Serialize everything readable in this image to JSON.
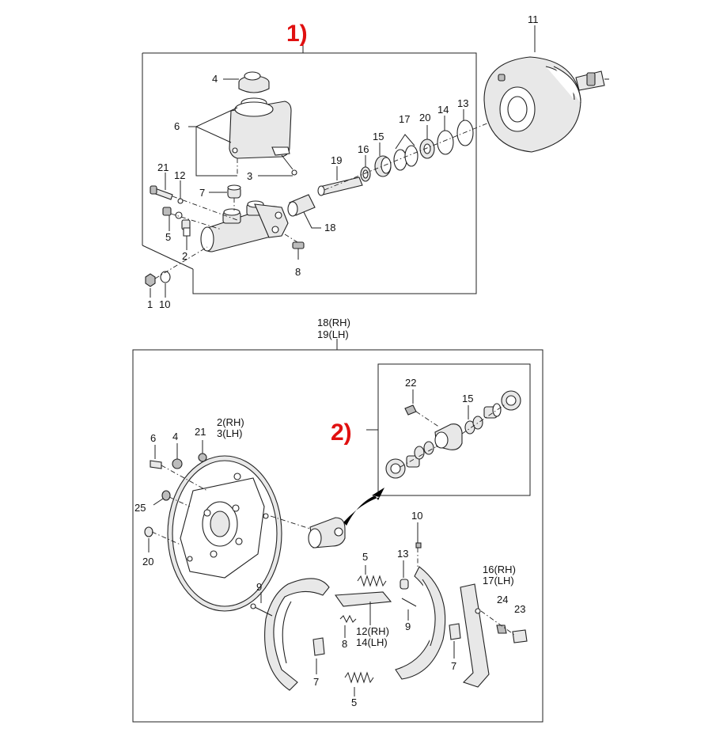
{
  "section1": {
    "marker": "1)",
    "labels": {
      "l4": "4",
      "l6": "6",
      "l3": "3",
      "l21": "21",
      "l12": "12",
      "l7": "7",
      "l5": "5",
      "l2": "2",
      "l8": "8",
      "l1": "1",
      "l10": "10",
      "l19": "19",
      "l16": "16",
      "l15": "15",
      "l17": "17",
      "l20": "20",
      "l14": "14",
      "l13": "13",
      "l11": "11",
      "l18": "18"
    }
  },
  "section2": {
    "marker": "2)",
    "header_a": "18(RH)",
    "header_b": "19(LH)",
    "labels": {
      "l22": "22",
      "l15": "15",
      "l6": "6",
      "l4": "4",
      "l21": "21",
      "l2rh": "2(RH)",
      "l3lh": "3(LH)",
      "l25": "25",
      "l20": "20",
      "l10": "10",
      "l5top": "5",
      "l13": "13",
      "l16rh": "16(RH)",
      "l17lh": "17(LH)",
      "l24": "24",
      "l23": "23",
      "l9a": "9",
      "l9b": "9",
      "l8": "8",
      "l12rh": "12(RH)",
      "l14lh": "14(LH)",
      "l7a": "7",
      "l7b": "7",
      "l5bot": "5"
    }
  }
}
